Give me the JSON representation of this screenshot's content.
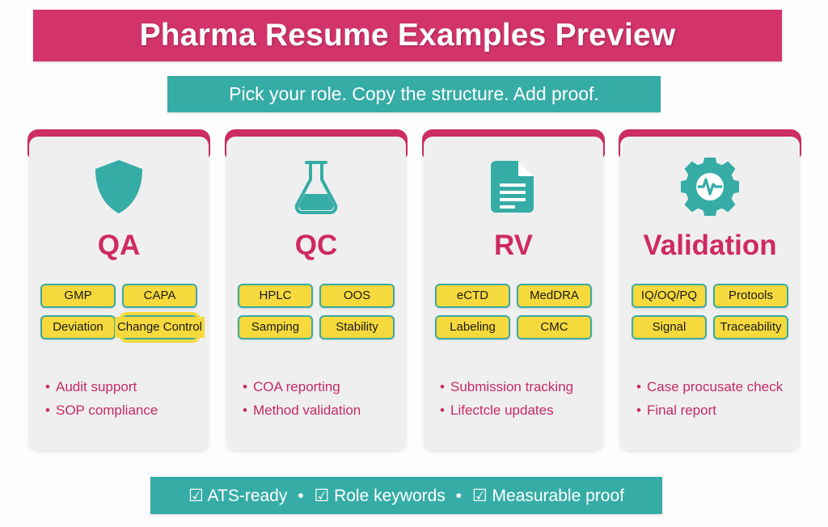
{
  "header": {
    "title": "Pharma Resume Examples Preview",
    "subtitle": "Pick your role. Copy the structure. Add proof.",
    "banner_color": "#d2336a",
    "subtitle_color": "#36aca6"
  },
  "cards": [
    {
      "icon": "shield-icon",
      "heading": "QA",
      "chips": [
        "GMP",
        "CAPA",
        "Deviation",
        "Change Control"
      ],
      "bullets": [
        "Audit support",
        "SOP compliance"
      ]
    },
    {
      "icon": "flask-icon",
      "heading": "QC",
      "chips": [
        "HPLC",
        "OOS",
        "Samping",
        "Stability"
      ],
      "bullets": [
        "COA reporting",
        "Method validation"
      ]
    },
    {
      "icon": "document-icon",
      "heading": "RV",
      "chips": [
        "eCTD",
        "MedDRA",
        "Labeling",
        "CMC"
      ],
      "bullets": [
        "Submission tracking",
        "Lifectcle updates"
      ]
    },
    {
      "icon": "gear-pulse-icon",
      "heading": "Validation",
      "chips": [
        "IQ/OQ/PQ",
        "Protools",
        "Signal",
        "Traceability"
      ],
      "bullets": [
        "Case procusate check",
        "Final report"
      ]
    }
  ],
  "footer": {
    "items": [
      "ATS-ready",
      "Role keywords",
      "Measurable proof"
    ],
    "check_glyph": "☑",
    "separator": "•",
    "bar_color": "#36aca6"
  },
  "theme": {
    "crimson": "#cf2a63",
    "teal": "#36aca6",
    "chip_yellow": "#f6d93c",
    "chip_border": "#3aaaa2",
    "card_bg": "#efefef",
    "page_bg": "#fdfdfd"
  }
}
